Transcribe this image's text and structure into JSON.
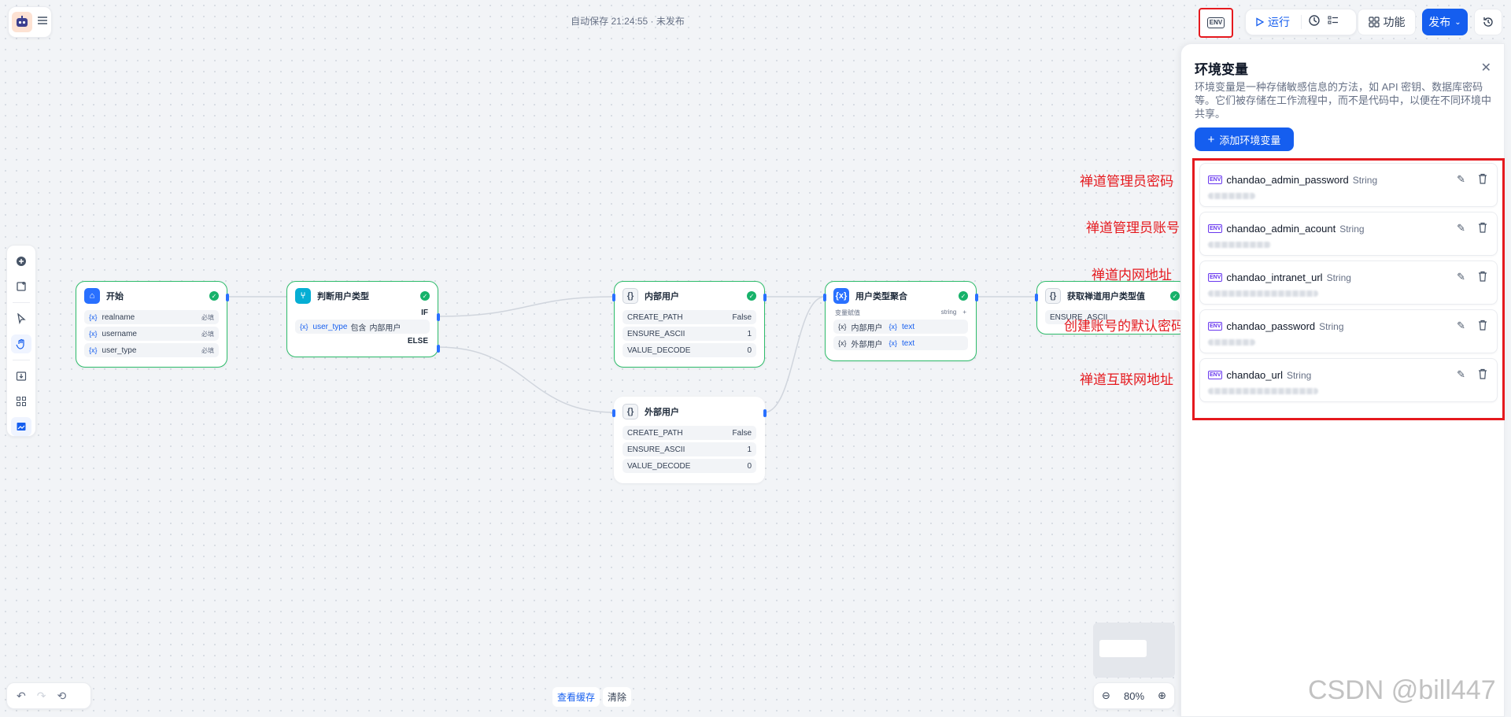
{
  "header": {
    "autosave": "自动保存 21:24:55 · 未发布",
    "env_button": "ENV",
    "run_label": "运行",
    "features_label": "功能",
    "publish_label": "发布"
  },
  "nodes": {
    "start": {
      "title": "开始",
      "fields": [
        {
          "name": "realname",
          "tag": "必填"
        },
        {
          "name": "username",
          "tag": "必填"
        },
        {
          "name": "user_type",
          "tag": "必填"
        }
      ]
    },
    "ifelse": {
      "title": "判断用户类型",
      "if_label": "IF",
      "condition_var": "user_type",
      "condition_op": "包含",
      "condition_val": "内部用户",
      "else_label": "ELSE"
    },
    "internal": {
      "title": "内部用户",
      "rows": [
        {
          "k": "CREATE_PATH",
          "v": "False"
        },
        {
          "k": "ENSURE_ASCII",
          "v": "1"
        },
        {
          "k": "VALUE_DECODE",
          "v": "0"
        }
      ]
    },
    "external": {
      "title": "外部用户",
      "rows": [
        {
          "k": "CREATE_PATH",
          "v": "False"
        },
        {
          "k": "ENSURE_ASCII",
          "v": "1"
        },
        {
          "k": "VALUE_DECODE",
          "v": "0"
        }
      ]
    },
    "aggregate": {
      "title": "用户类型聚合",
      "sub_label": "变量赋值",
      "sub_type": "string",
      "items": [
        {
          "name": "内部用户",
          "type": "text"
        },
        {
          "name": "外部用户",
          "type": "text"
        }
      ]
    },
    "fetch": {
      "title": "获取禅道用户类型值",
      "row": "ENSURE_ASCII"
    }
  },
  "panel": {
    "title": "环境变量",
    "description": "环境变量是一种存储敏感信息的方法，如 API 密钥、数据库密码等。它们被存储在工作流程中，而不是代码中，以便在不同环境中共享。",
    "add_button": "添加环境变量",
    "badge": "ENV",
    "variables": [
      {
        "name": "chandao_admin_password",
        "type": "String"
      },
      {
        "name": "chandao_admin_acount",
        "type": "String"
      },
      {
        "name": "chandao_intranet_url",
        "type": "String"
      },
      {
        "name": "chandao_password",
        "type": "String"
      },
      {
        "name": "chandao_url",
        "type": "String"
      }
    ]
  },
  "annotations": [
    "禅道管理员密码",
    "禅道管理员账号",
    "禅道内网地址",
    "创建账号的默认密码",
    "禅道互联网地址"
  ],
  "bottom": {
    "view_cache": "查看缓存",
    "clear": "清除",
    "zoom": "80%"
  },
  "watermark": "CSDN @bill447",
  "colors": {
    "accent": "#155eef",
    "success": "#17b26a",
    "annotation_red": "#e5191e"
  }
}
